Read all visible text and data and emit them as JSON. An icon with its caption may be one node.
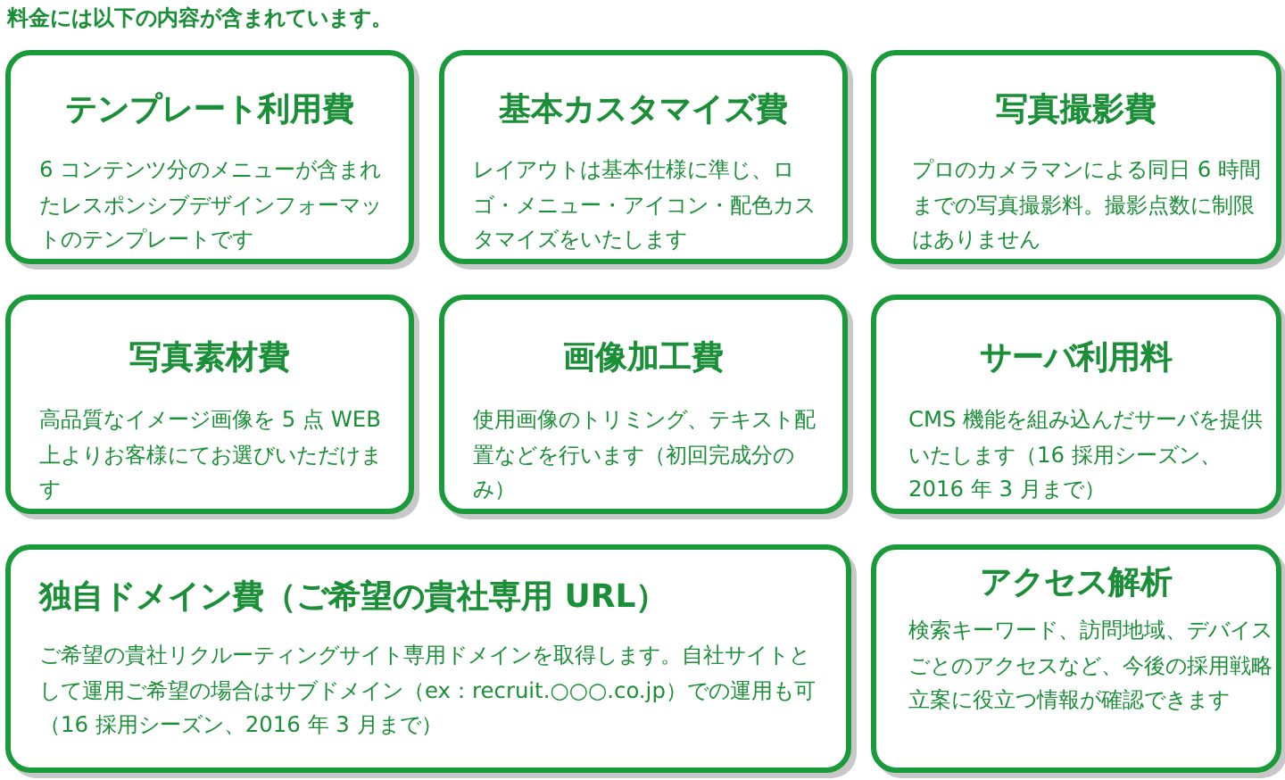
{
  "diagram": {
    "title": "料金には以下の内容が含まれています。",
    "nodes": [
      {
        "text": [
          "テンプレート利用費",
          "6 コンテンツ分のメニューが含まれたレスポンシブデザインフォーマットのテンプレートです"
        ]
      },
      {
        "text": [
          "基本カスタマイズ費",
          "レイアウトは基本仕様に準じ、ロゴ・メニュー・アイコン・配色カスタマイズをいたします"
        ]
      },
      {
        "text": [
          "写真撮影費",
          "プロのカメラマンによる同日 6 時間までの写真撮影料。撮影点数に制限はありません"
        ]
      },
      {
        "text": [
          "写真素材費",
          "高品質なイメージ画像を 5 点 WEB 上よりお客様にてお選びいただけます"
        ]
      },
      {
        "text": [
          "画像加工費",
          "使用画像のトリミング、テキスト配置などを行います（初回完成分のみ）"
        ]
      },
      {
        "text": [
          "サーバ利用料",
          "CMS 機能を組み込んだサーバを提供いたします（16 採用シーズン、2016 年 3 月まで）"
        ]
      },
      {
        "text": [
          "独自ドメイン費（ご希望の貴社専用 URL）",
          "ご希望の貴社リクルーティングサイト専用ドメインを取得します。自社サイトとして運用ご希望の場合はサブドメイン（ex：recruit.○○○.co.jp）での運用も可（16 採用シーズン、2016 年 3 月まで）"
        ]
      },
      {
        "text": [
          "アクセス解析",
          "検索キーワード、訪問地域、デバイスごとのアクセスなど、今後の採用戦略立案に役立つ情報が確認できます"
        ]
      }
    ]
  }
}
